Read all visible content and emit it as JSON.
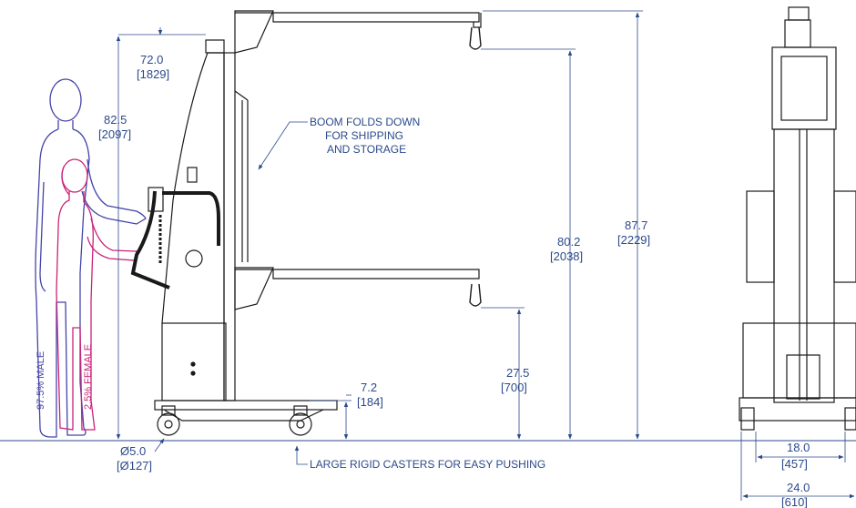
{
  "colors": {
    "dimension": "#2b4a8a",
    "machine": "#1a1a1a",
    "male": "#4444aa",
    "female": "#cc2277"
  },
  "dimensions": {
    "boom_offset": {
      "in": "72.0",
      "mm": "[1829]"
    },
    "column_height": {
      "in": "82.5",
      "mm": "[2097]"
    },
    "upper_hook_height": {
      "in": "80.2",
      "mm": "[2038]"
    },
    "overall_height": {
      "in": "87.7",
      "mm": "[2229]"
    },
    "lower_hook_height": {
      "in": "27.5",
      "mm": "[700]"
    },
    "ground_clearance": {
      "in": "7.2",
      "mm": "[184]"
    },
    "caster_diameter": {
      "in": "Ø5.0",
      "mm": "[Ø127]"
    },
    "inner_width": {
      "in": "18.0",
      "mm": "[457]"
    },
    "outer_width": {
      "in": "24.0",
      "mm": "[610]"
    }
  },
  "notes": {
    "boom_line1": "BOOM FOLDS DOWN",
    "boom_line2": "FOR SHIPPING",
    "boom_line3": "AND STORAGE",
    "casters": "LARGE RIGID CASTERS FOR EASY PUSHING"
  },
  "humans": {
    "male": "97.5% MALE",
    "female": "2.5% FEMALE"
  }
}
